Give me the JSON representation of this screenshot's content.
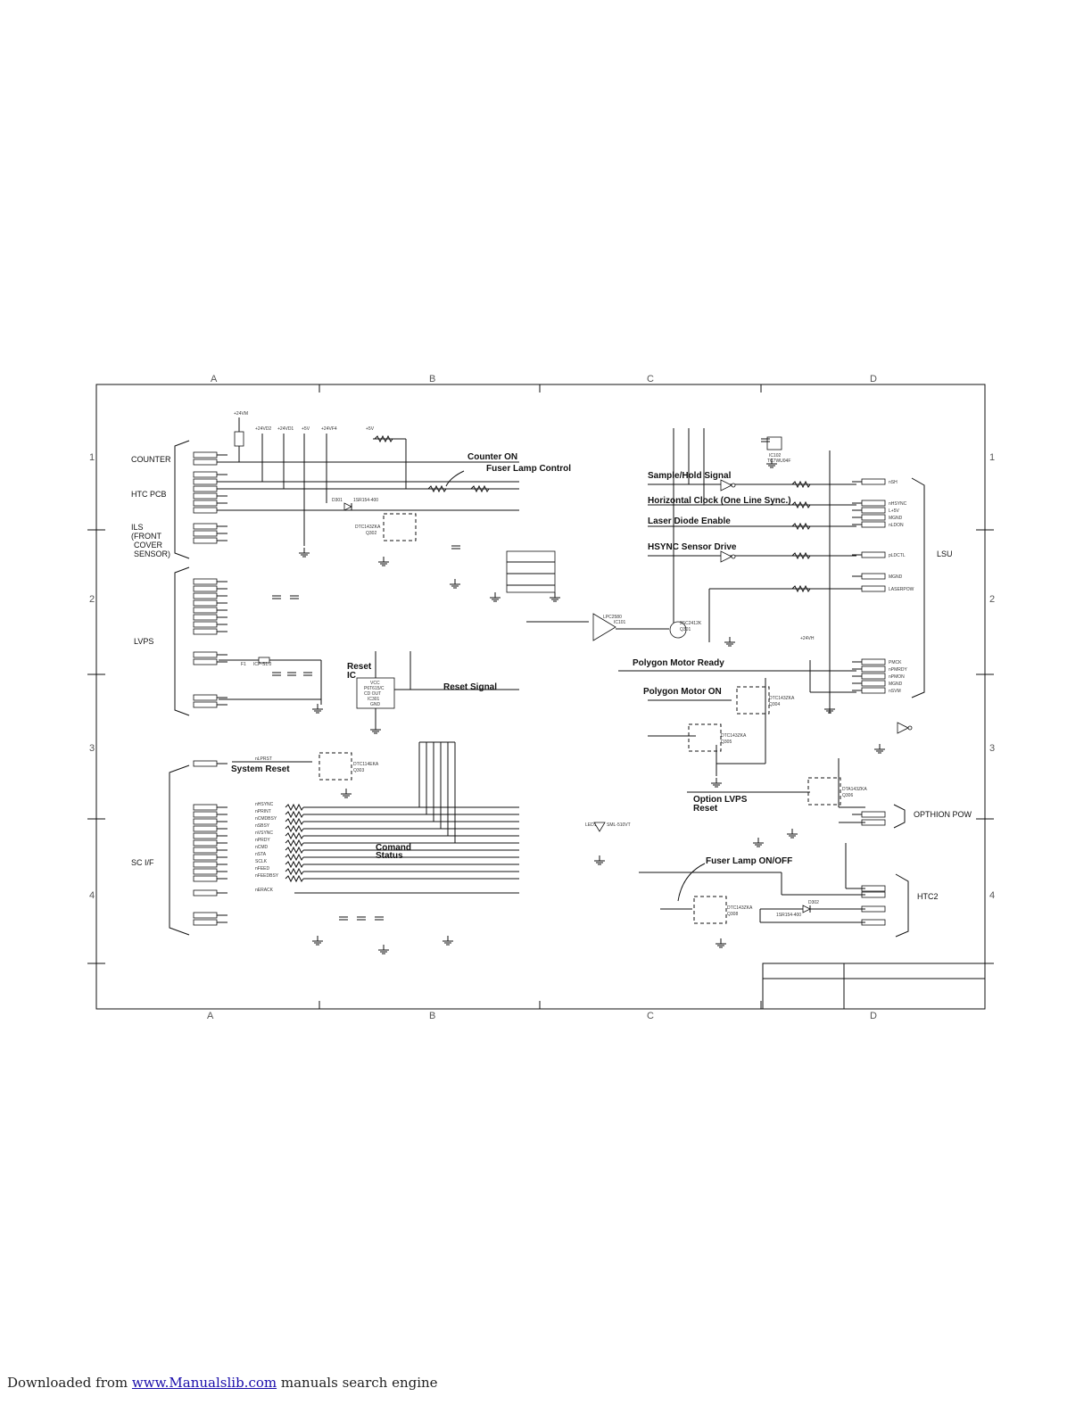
{
  "frame": {
    "columns": [
      "A",
      "B",
      "C",
      "D"
    ],
    "rows": [
      "1",
      "2",
      "3",
      "4"
    ]
  },
  "blocks_left": {
    "counter": "COUNTER",
    "htc_pcb": "HTC PCB",
    "ils": [
      "ILS",
      "(FRONT",
      "COVER",
      "SENSOR)"
    ],
    "lvps": "LVPS",
    "sc_if": "SC I/F"
  },
  "blocks_right": {
    "lsu": "LSU",
    "option_pow": "OPTHION POW",
    "htc2": "HTC2"
  },
  "signal_labels": {
    "counter_on": "Counter ON",
    "fuser_lamp_control": "Fuser Lamp Control",
    "sample_hold": "Sample/Hold Signal",
    "horizontal_clock": "Horizontal Clock (One Line Sync.)",
    "laser_diode_enable": "Laser Diode Enable",
    "hsync_sensor_drive": "HSYNC Sensor Drive",
    "polygon_motor_ready": "Polygon Motor Ready",
    "polygon_motor_on": "Polygon Motor ON",
    "reset_ic": [
      "Reset",
      "IC"
    ],
    "reset_signal": "Reset Signal",
    "system_reset": "System Reset",
    "comand_status": [
      "Comand",
      "Status"
    ],
    "option_lvps_reset": [
      "Option LVPS",
      "Reset"
    ],
    "fuser_lamp_onoff": "Fuser Lamp ON/OFF"
  },
  "power_rails": [
    "+24VM",
    "+24VD2",
    "+24VD1",
    "+5V",
    "+24VF4",
    "+5V",
    "+24VH"
  ],
  "components": {
    "reset_ic_body": [
      "VCC",
      "P6T615/C",
      "CD    OUT",
      "IC301",
      "GND"
    ],
    "transistors": [
      "DTC143ZKA",
      "Q302",
      "DTC114EKA",
      "Q303",
      "2SC2412K",
      "Q301",
      "DTC143ZKA",
      "Q304",
      "DTC143ZKA",
      "Q305",
      "DTA143ZKA",
      "Q306",
      "DTC143ZKA",
      "Q308"
    ],
    "op_amp": [
      "LPC2580",
      "IC101"
    ],
    "logic": [
      "IC102",
      "TC7WU04F"
    ],
    "diodes": [
      "D301",
      "1SR154-400",
      "D302",
      "1SR154-400"
    ],
    "fuse": [
      "F1",
      "ICP-S1.0"
    ],
    "led": [
      "LED1",
      "SML-510VT"
    ]
  },
  "right_nets": [
    "nSH",
    "nHSYNC",
    "L+5V",
    "MGND",
    "nLDON",
    "pLDCTL",
    "MGND",
    "LASERPOW",
    "PMCK",
    "nPMRDY",
    "nPMON",
    "MGND",
    "nSVM"
  ],
  "left_nets_sc": [
    "nHSYNC",
    "nPRINT",
    "nCMDBSY",
    "nSBSY",
    "nVSYNC",
    "nPRDY",
    "nCMD",
    "nSTA",
    "SCLK",
    "nFEED",
    "nFEEDBSY",
    "nERACK",
    "nLPRST"
  ],
  "title_block": {
    "cells": [
      "",
      "",
      "",
      ""
    ]
  },
  "footer": {
    "prefix": "Downloaded from ",
    "link": "www.Manualslib.com",
    "suffix": " manuals search engine"
  }
}
